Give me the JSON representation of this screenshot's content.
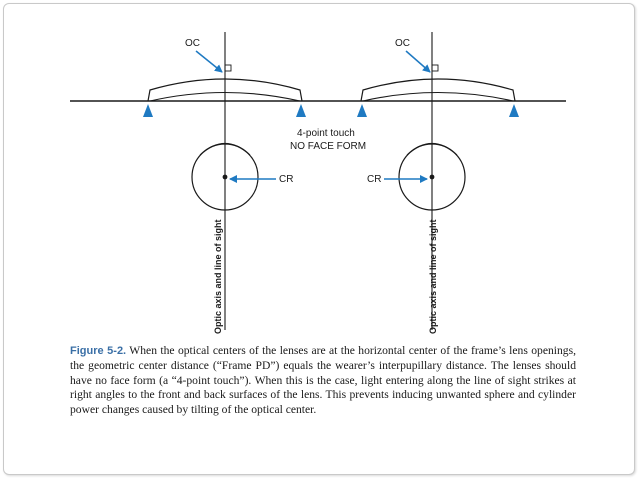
{
  "diagram": {
    "oc_label": "OC",
    "cr_label": "CR",
    "touch_line1": "4-point touch",
    "touch_line2": "NO FACE FORM",
    "axis_label": "Optic axis and line of sight",
    "colors": {
      "arrow": "#1f7ac2",
      "line": "#1a1a1a",
      "caption_label": "#3a6fa6"
    }
  },
  "caption": {
    "figure_label": "Figure 5-2.",
    "text": " When the optical centers of the lenses are at the horizontal center of the frame’s lens openings, the geometric center distance (“Frame PD”) equals the wearer’s interpupillary distance. The lenses should have no face form (a “4-point touch”). When this is the case, light entering along the line of sight strikes at right angles to the front and back surfaces of the lens. This prevents inducing unwanted sphere and cylinder power changes caused by tilting of the optical center."
  }
}
